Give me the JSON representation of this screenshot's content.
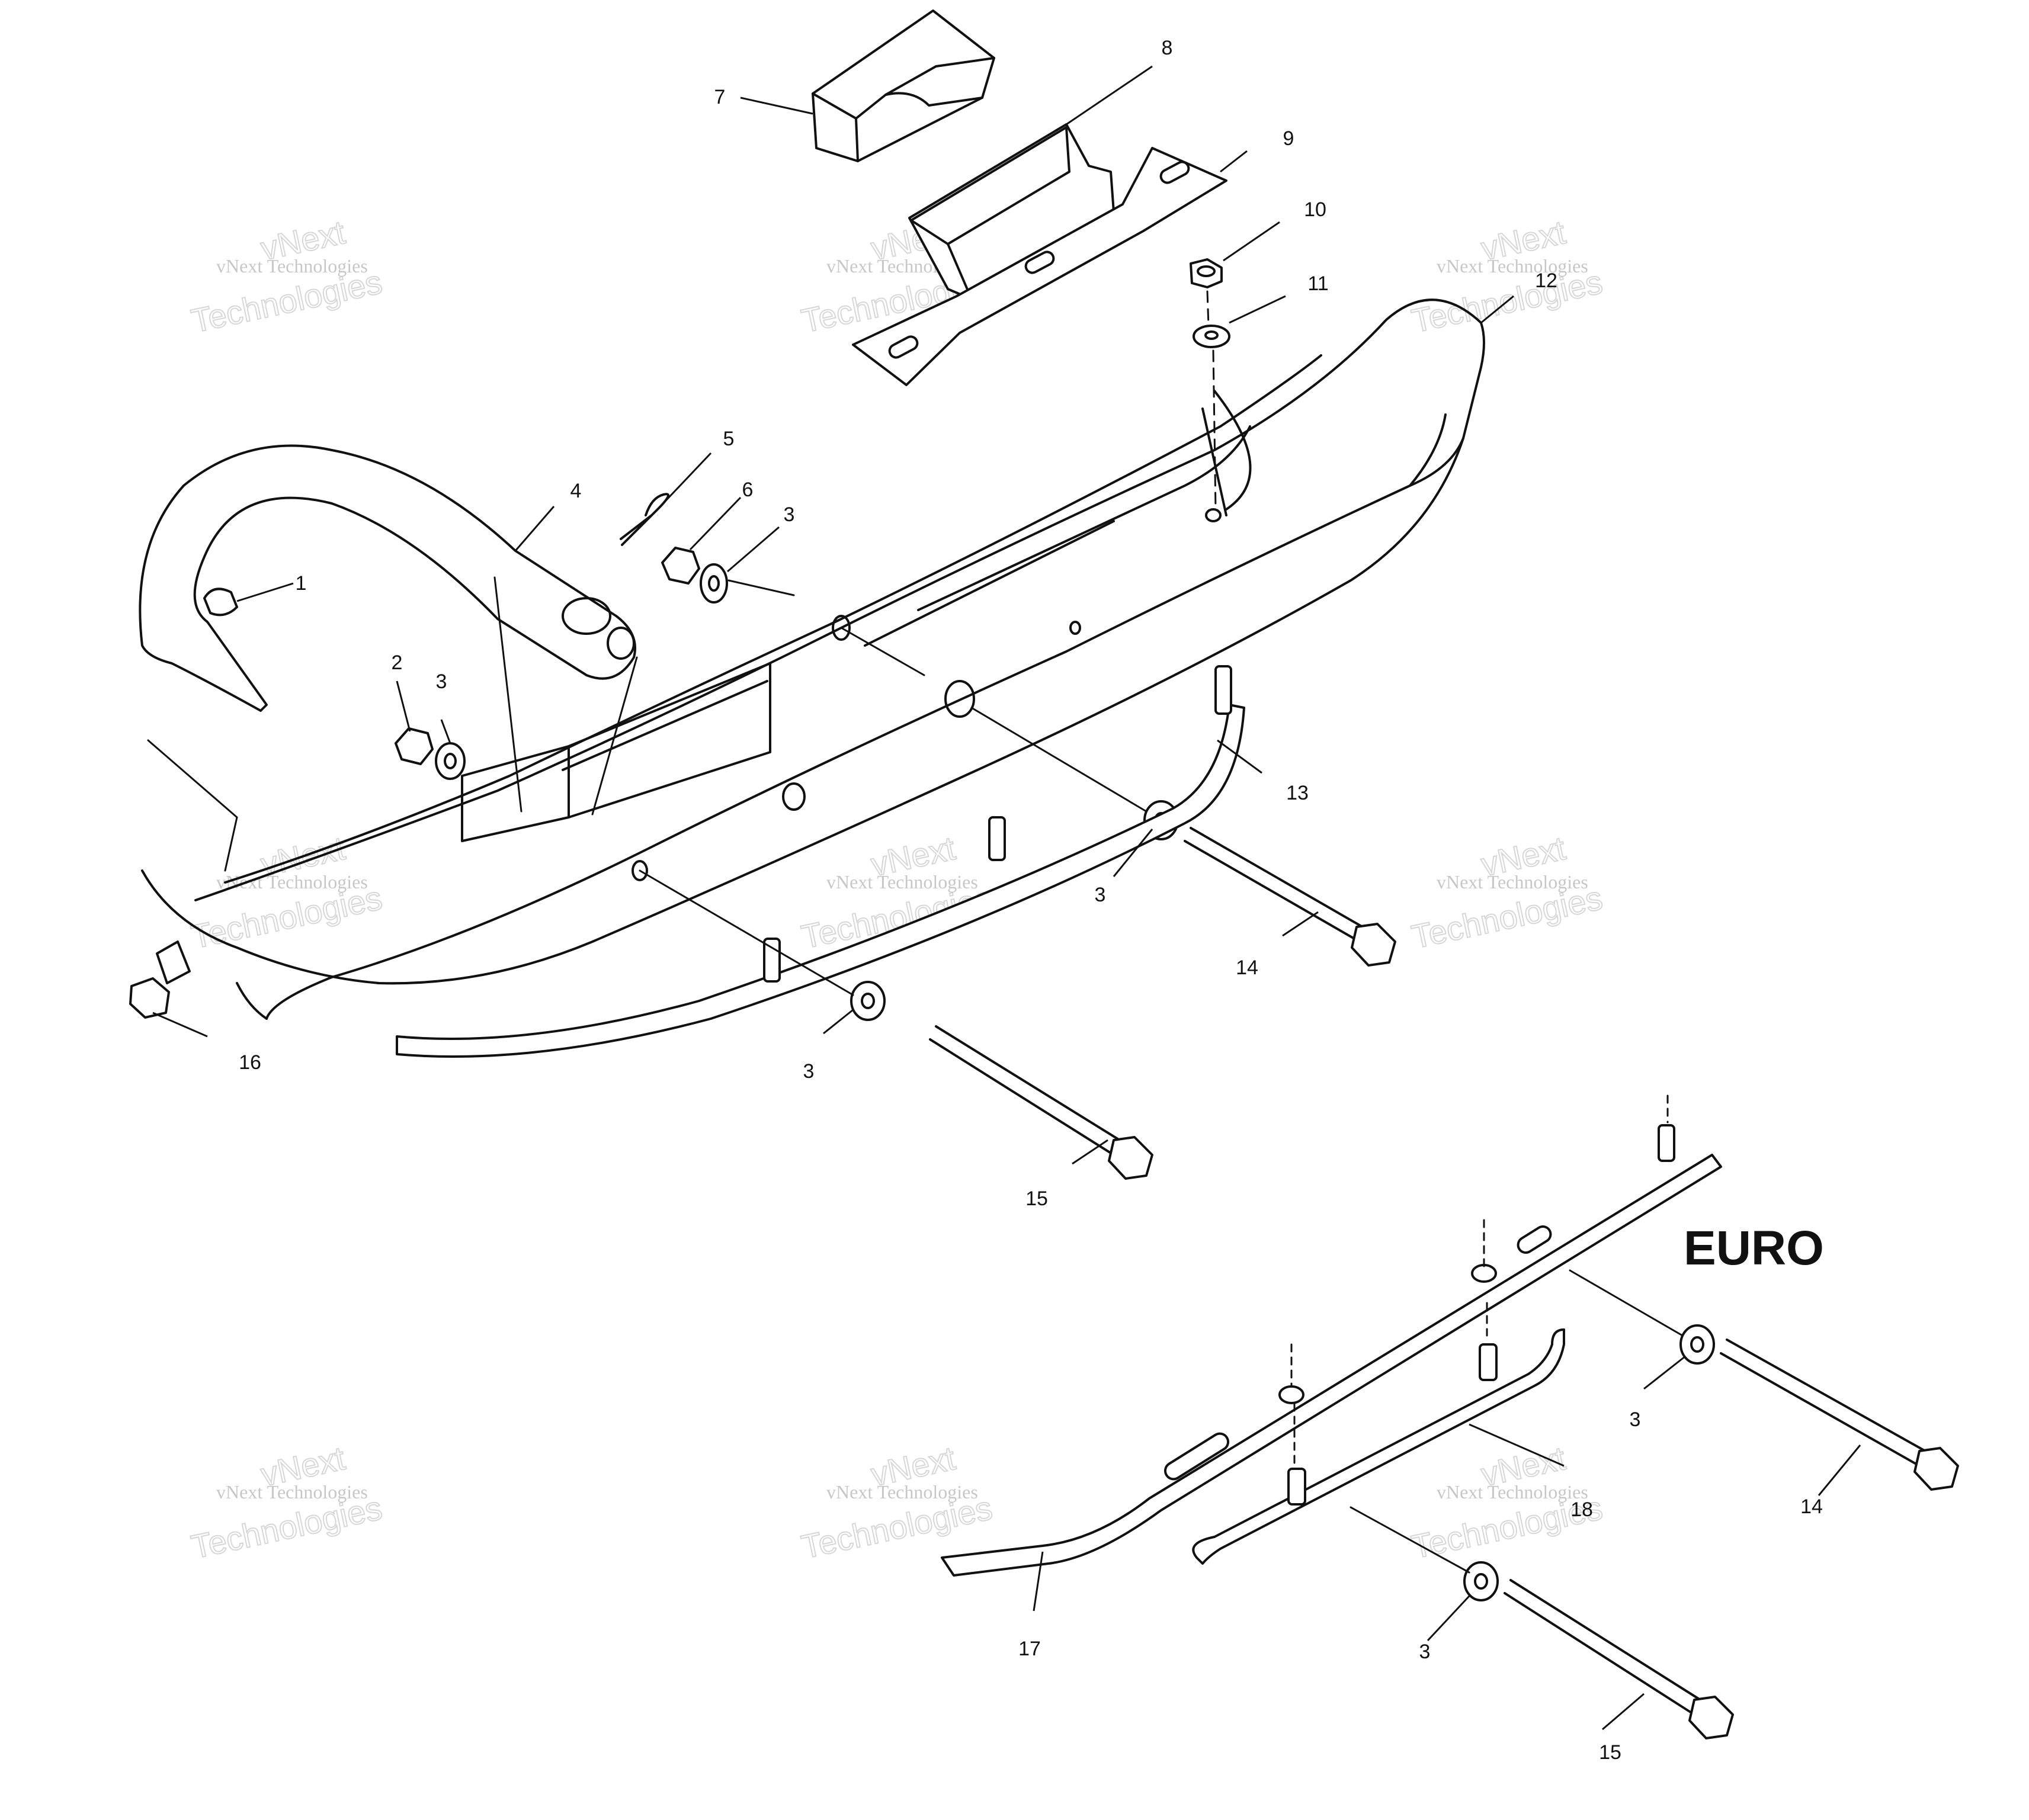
{
  "callouts": [
    {
      "id": "c1",
      "text": "1"
    },
    {
      "id": "c2",
      "text": "2"
    },
    {
      "id": "c3a",
      "text": "3"
    },
    {
      "id": "c3b",
      "text": "3"
    },
    {
      "id": "c3c",
      "text": "3"
    },
    {
      "id": "c3d",
      "text": "3"
    },
    {
      "id": "c3e",
      "text": "3"
    },
    {
      "id": "c3f",
      "text": "3"
    },
    {
      "id": "c4",
      "text": "4"
    },
    {
      "id": "c5",
      "text": "5"
    },
    {
      "id": "c6",
      "text": "6"
    },
    {
      "id": "c7",
      "text": "7"
    },
    {
      "id": "c8",
      "text": "8"
    },
    {
      "id": "c9",
      "text": "9"
    },
    {
      "id": "c10",
      "text": "10"
    },
    {
      "id": "c11",
      "text": "11"
    },
    {
      "id": "c12",
      "text": "12"
    },
    {
      "id": "c13",
      "text": "13"
    },
    {
      "id": "c14a",
      "text": "14"
    },
    {
      "id": "c14b",
      "text": "14"
    },
    {
      "id": "c15a",
      "text": "15"
    },
    {
      "id": "c15b",
      "text": "15"
    },
    {
      "id": "c16",
      "text": "16"
    },
    {
      "id": "c17",
      "text": "17"
    },
    {
      "id": "c18",
      "text": "18"
    }
  ],
  "section_label": "EURO",
  "watermark": {
    "line1": "vNext Technologies",
    "line2": "vNext",
    "line3": "Technologies"
  }
}
